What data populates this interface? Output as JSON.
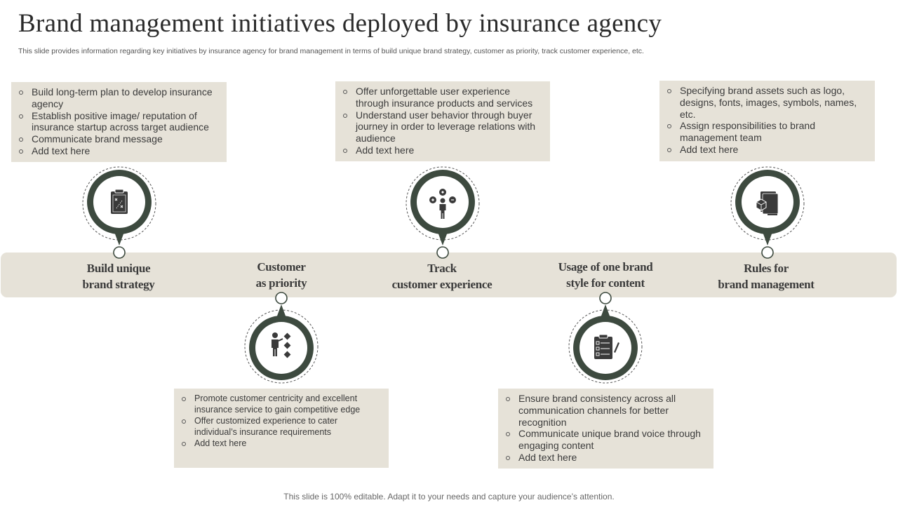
{
  "slide": {
    "title": "Brand management initiatives deployed by insurance agency",
    "subtitle": "This slide provides information regarding key initiatives by insurance agency for brand management in terms of build unique brand strategy, customer as priority, track customer experience, etc.",
    "footer": "This slide is 100% editable. Adapt it to your needs and capture your audience’s attention."
  },
  "colors": {
    "accent": "#3d4a3f",
    "band": "#e6e2d8",
    "box": "#e6e2d8"
  },
  "steps": [
    {
      "label_line1": "Build unique",
      "label_line2": "brand strategy",
      "icon": "strategy-board-icon",
      "bullets": [
        "Build long-term plan to develop insurance agency",
        "Establish positive image/ reputation of insurance startup across target audience",
        "Communicate brand message",
        "Add text here"
      ]
    },
    {
      "label_line1": "Customer",
      "label_line2": "as priority",
      "icon": "customer-priority-icon",
      "bullets": [
        "Promote customer centricity and excellent insurance service to gain competitive edge",
        "Offer customized experience to cater individual’s insurance requirements",
        "Add text here"
      ]
    },
    {
      "label_line1": "Track",
      "label_line2": "customer experience",
      "icon": "customer-feedback-icon",
      "bullets": [
        "Offer unforgettable user experience through insurance products and services",
        "Understand user behavior through buyer journey in order to leverage relations with audience",
        "Add text here"
      ]
    },
    {
      "label_line1": "Usage of one brand",
      "label_line2": "style for content",
      "icon": "checklist-clipboard-icon",
      "bullets": [
        "Ensure brand consistency across all communication channels for better recognition",
        "Communicate unique brand voice through engaging content",
        "Add text here"
      ]
    },
    {
      "label_line1": "Rules for",
      "label_line2": "brand management",
      "icon": "brand-assets-icon",
      "bullets": [
        "Specifying brand assets such as logo, designs, fonts, images, symbols, names, etc.",
        "Assign responsibilities to brand management team",
        "Add text here"
      ]
    }
  ]
}
